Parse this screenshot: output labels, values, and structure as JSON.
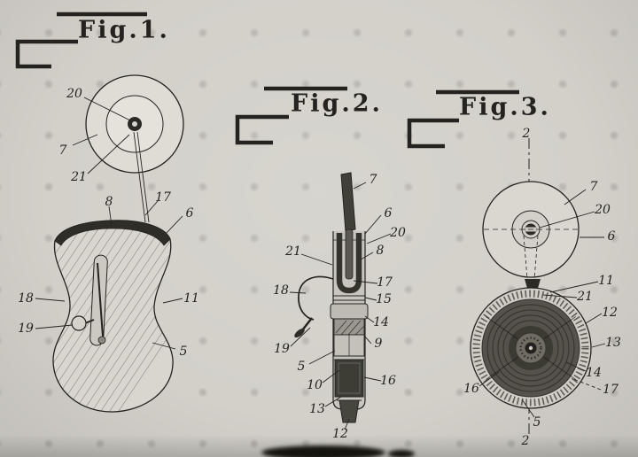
{
  "colors": {
    "paper": "#d2d0c9",
    "ink": "#24231f"
  },
  "figures": [
    {
      "label": "Fig.1.",
      "callouts": [
        "20",
        "7",
        "21",
        "17",
        "8",
        "6",
        "18",
        "11",
        "19",
        "5"
      ]
    },
    {
      "label": "Fig.2.",
      "callouts": [
        "7",
        "6",
        "20",
        "8",
        "21",
        "17",
        "15",
        "18",
        "14",
        "9",
        "19",
        "5",
        "10",
        "16",
        "13",
        "12"
      ]
    },
    {
      "label": "Fig.3.",
      "callouts": [
        "2",
        "7",
        "20",
        "6",
        "11",
        "21",
        "12",
        "13",
        "14",
        "17",
        "16",
        "5",
        "2"
      ]
    }
  ]
}
